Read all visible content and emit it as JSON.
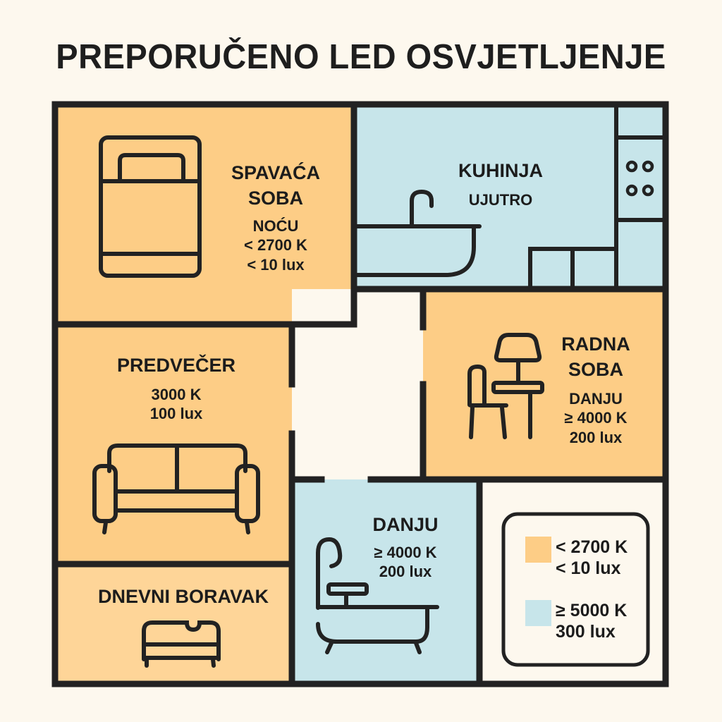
{
  "title": "PREPORUČENO LED OSVJETLJENJE",
  "colors": {
    "warm": "#fdcd86",
    "cool": "#c7e5ea",
    "wall": "#222222",
    "background": "#fdf8ee"
  },
  "rooms": {
    "bedroom": {
      "name_line1": "SPAVAĆA",
      "name_line2": "SOBA",
      "time": "NOĆU",
      "temperature": "< 2700 K",
      "illuminance": "< 10 lux",
      "icon": "bed-icon",
      "color": "warm"
    },
    "kitchen": {
      "name": "KUHINJA",
      "time": "UJUTRO",
      "icon": "sink-icon",
      "color": "cool"
    },
    "study": {
      "name_line1": "RADNA",
      "name_line2": "SOBA",
      "time": "DANJU",
      "temperature": "≥ 4000 K",
      "illuminance": "200 lux",
      "icon": "desk-lamp-chair-icon",
      "color": "warm"
    },
    "living_evening": {
      "time": "PREDVEČER",
      "temperature": "3000 K",
      "illuminance": "100 lux",
      "icon": "sofa-icon",
      "color": "warm"
    },
    "living_room": {
      "name": "DNEVNI BORAVAK",
      "icon": "bench-icon",
      "color": "warm"
    },
    "bathroom": {
      "time": "DANJU",
      "temperature": "≥ 4000 K",
      "illuminance": "200 lux",
      "icon": "bathtub-icon",
      "color": "cool"
    }
  },
  "legend": {
    "items": [
      {
        "color": "warm",
        "temperature": "< 2700 K",
        "illuminance": "< 10 lux"
      },
      {
        "color": "cool",
        "temperature": "≥ 5000 K",
        "illuminance": "300 lux"
      }
    ]
  }
}
